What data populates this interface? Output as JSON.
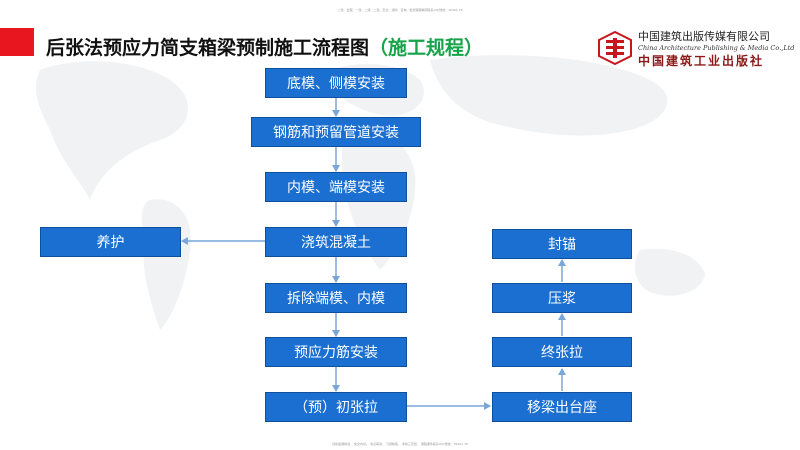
{
  "header": {
    "title": "后张法预应力简支箱梁预制施工流程图",
    "subtitle": "（施工规程）",
    "top_note": "二建、监理、一建、二级、二造、安全、消防、咨询、检测课程精题联系QQ/微信：36491 78",
    "bottom_note": "创新备课精选、 免企内训、 考点串讲、 习题精练、 考前三页纸、 课程课件联系QQ/微信：36491 78"
  },
  "logo": {
    "cn_name": "中国建筑出版传媒有限公司",
    "en_name": "China Architecture Publishing & Media Co.,Ltd",
    "cn_brand": "中国建筑工业出版社"
  },
  "flow": {
    "steps": [
      "底模、侧模安装",
      "钢筋和预留管道安装",
      "内模、端模安装",
      "浇筑混凝土",
      "拆除端模、内模",
      "预应力筋安装",
      "（预）初张拉"
    ],
    "side_step": "养护",
    "right_steps": [
      "移梁出台座",
      "终张拉",
      "压浆",
      "封锚"
    ]
  },
  "colors": {
    "box_fill": "#1a6fd0",
    "box_border": "#0f4f9c",
    "arrow": "#7aa6d8",
    "accent_red": "#e8171f",
    "subtitle_green": "#16a34a"
  }
}
